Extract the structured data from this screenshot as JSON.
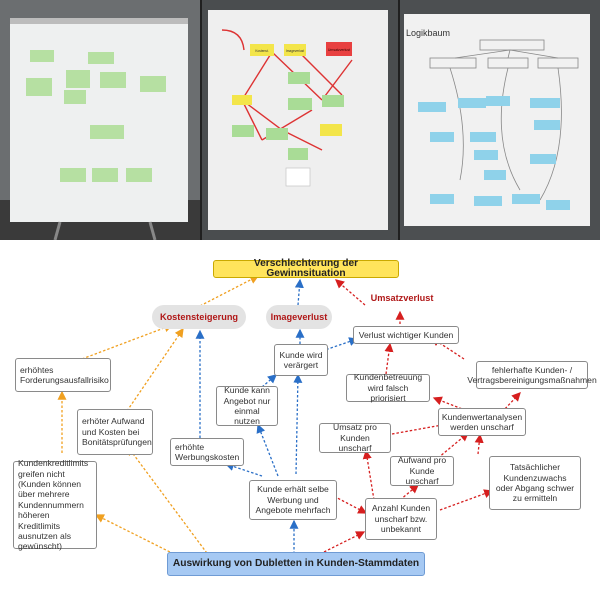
{
  "photos": {
    "photo2": {
      "labels": [
        "Umsatzverlust",
        "Imageverlust",
        "Kostenst."
      ]
    },
    "photo3": {
      "title": "Logikbaum"
    }
  },
  "diagram": {
    "root": "Verschlechterung der Gewinnsituation",
    "categories": {
      "kosten": "Kostensteigerung",
      "image": "Imageverlust",
      "umsatz": "Umsatzverlust"
    },
    "nodes": {
      "forderung": "erhöhtes Forderungsausfallrisiko",
      "aufwand": "erhöter Aufwand und Kosten bei Bonitätsprüfungen",
      "kreditlimits": "Kundenkreditlimits greifen nicht (Kunden können über mehrere Kundennummern höheren Kreditlimits ausnutzen als gewünscht)",
      "werbungskosten": "erhöhte Werbungskosten",
      "angebot": "Kunde kann Angebot nur einmal nutzen",
      "veraergert": "Kunde wird verärgert",
      "werbung_mehrfach": "Kunde erhält selbe Werbung und Angebote mehrfach",
      "verlust_kunden": "Verlust wichtiger Kunden",
      "betreuung": "Kundenbetreuung wird falsch priorisiert",
      "fehlerhafte": "fehlerhafte Kunden- / Vertragsbereinigungsmaßnahmen",
      "wertanalysen": "Kundenwertanalysen werden unscharf",
      "umsatz_pro": "Umsatz pro Kunden unscharf",
      "auftrag_pro": "Aufwand pro Kunde unscharf",
      "zuwachs": "Tatsächlicher Kundenzuwachs oder Abgang schwer zu ermitteln",
      "anzahl": "Anzahl Kunden unscharf bzw. unbekannt"
    },
    "bottom": "Auswirkung von Dubletten in Kunden-Stammdaten",
    "colors": {
      "orange": "#f0a020",
      "blue": "#2a6fc7",
      "red": "#d61f1f"
    }
  }
}
